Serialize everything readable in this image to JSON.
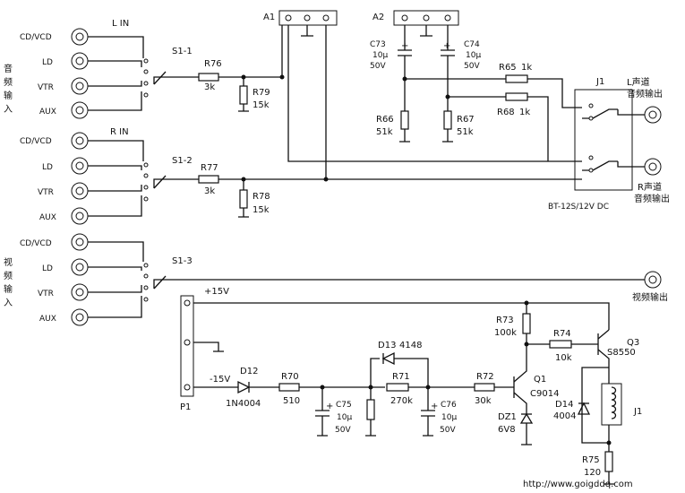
{
  "inputs": {
    "audio_group_label": "音频输入",
    "video_group_label": "视频输入",
    "left_header": "L IN",
    "right_header": "R IN",
    "sources": [
      "CD/VCD",
      "LD",
      "VTR",
      "AUX"
    ]
  },
  "switches": {
    "s1_1": "S1-1",
    "s1_2": "S1-2",
    "s1_3": "S1-3"
  },
  "resistors": {
    "r76": {
      "ref": "R76",
      "value": "3k"
    },
    "r79": {
      "ref": "R79",
      "value": "15k"
    },
    "r77": {
      "ref": "R77",
      "value": "3k"
    },
    "r78": {
      "ref": "R78",
      "value": "15k"
    },
    "r65": {
      "ref": "R65",
      "value": "1k"
    },
    "r68": {
      "ref": "R68",
      "value": "1k"
    },
    "r66": {
      "ref": "R66",
      "value": "51k"
    },
    "r67": {
      "ref": "R67",
      "value": "51k"
    },
    "r70": {
      "ref": "R70",
      "value": "510"
    },
    "r71": {
      "ref": "R71",
      "value": "270k"
    },
    "r72": {
      "ref": "R72",
      "value": "30k"
    },
    "r73": {
      "ref": "R73",
      "value": "100k"
    },
    "r74": {
      "ref": "R74",
      "value": "10k"
    },
    "r75": {
      "ref": "R75",
      "value": "120"
    }
  },
  "capacitors": {
    "c73": {
      "ref": "C73",
      "value": "10μ",
      "voltage": "50V"
    },
    "c74": {
      "ref": "C74",
      "value": "10μ",
      "voltage": "50V"
    },
    "c75": {
      "ref": "C75",
      "value": "10μ",
      "voltage": "50V"
    },
    "c76": {
      "ref": "C76",
      "value": "10μ",
      "voltage": "50V"
    }
  },
  "connectors": {
    "a1": "A1",
    "a2": "A2",
    "p1": "P1"
  },
  "relay": {
    "ref": "J1",
    "model": "BT-12S/12V DC",
    "coil_ref": "J1"
  },
  "outputs": {
    "left": "L声道音频输出",
    "right": "R声道音频输出",
    "video": "视频输出"
  },
  "power": {
    "plus": "+15V",
    "minus": "-15V"
  },
  "diodes": {
    "d12": {
      "ref": "D12",
      "part": "1N4004"
    },
    "d13": {
      "ref": "D13",
      "part": "4148"
    },
    "d14": {
      "ref": "D14",
      "part": "4004"
    },
    "dz1": {
      "ref": "DZ1",
      "part": "6V8"
    }
  },
  "transistors": {
    "q1": {
      "ref": "Q1",
      "part": "C9014"
    },
    "q3": {
      "ref": "Q3",
      "part": "S8550"
    }
  },
  "watermark": "http://www.goigddq.com"
}
